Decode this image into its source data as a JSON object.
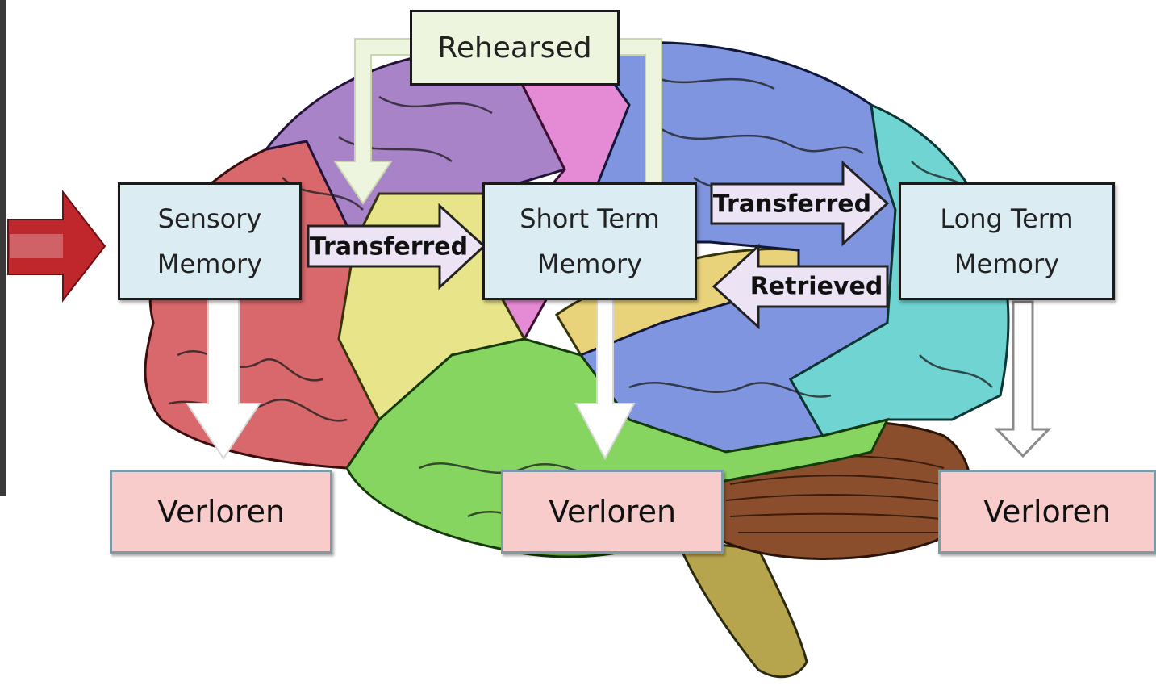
{
  "boxes": {
    "rehearsed": "Rehearsed",
    "sensory": {
      "line1": "Sensory",
      "line2": "Memory"
    },
    "short_term": {
      "line1": "Short Term",
      "line2": "Memory"
    },
    "long_term": {
      "line1": "Long Term",
      "line2": "Memory"
    },
    "lost_1": "Verloren",
    "lost_2": "Verloren",
    "lost_3": "Verloren"
  },
  "arrows": {
    "sensory_to_short": "Transferred",
    "short_to_long": "Transferred",
    "long_to_short": "Retrieved"
  },
  "illustration": "brain-lobes-illustration",
  "colors": {
    "memory_box": "#dcecf3",
    "lost_box": "#f9cccc",
    "rehearsed_box": "#eef5df",
    "input_arrow": "#c0272d",
    "label_arrow_fill": "#ece3f4"
  }
}
